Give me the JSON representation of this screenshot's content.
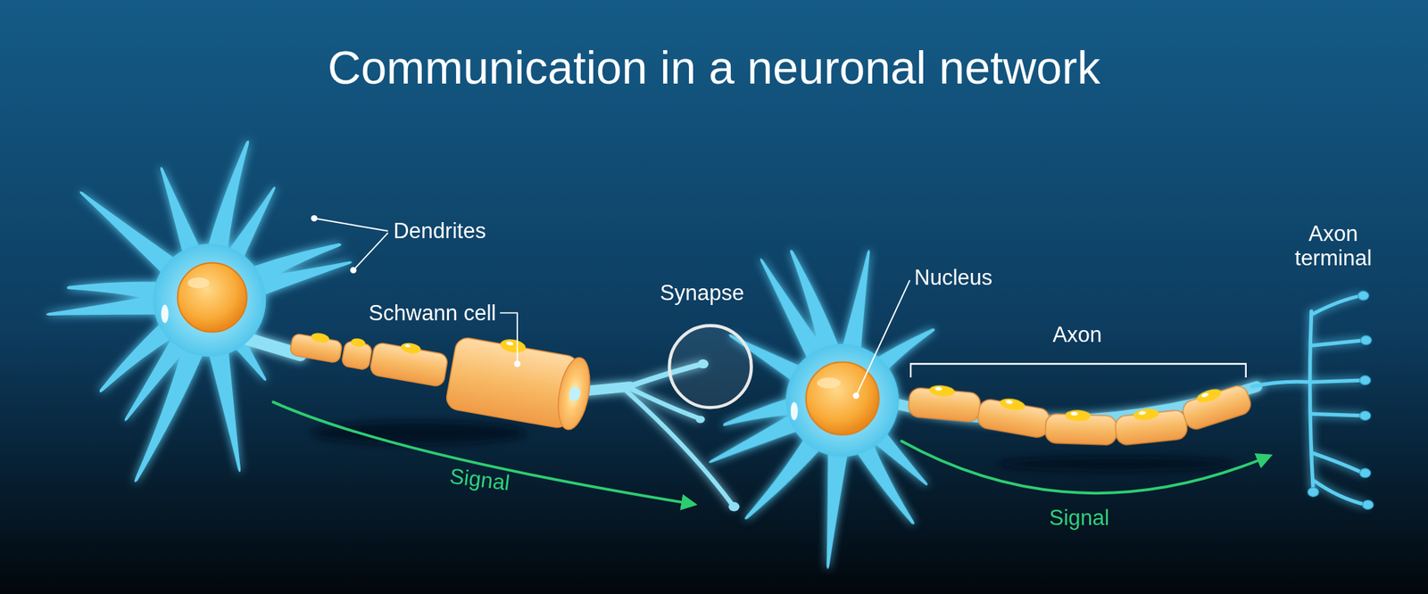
{
  "diagram": {
    "title": "Communication in a neuronal network",
    "labels": [
      "Dendrites",
      "Schwann cell",
      "Synapse",
      "Nucleus",
      "Axon",
      "Axon terminal",
      "Signal",
      "Signal"
    ]
  }
}
